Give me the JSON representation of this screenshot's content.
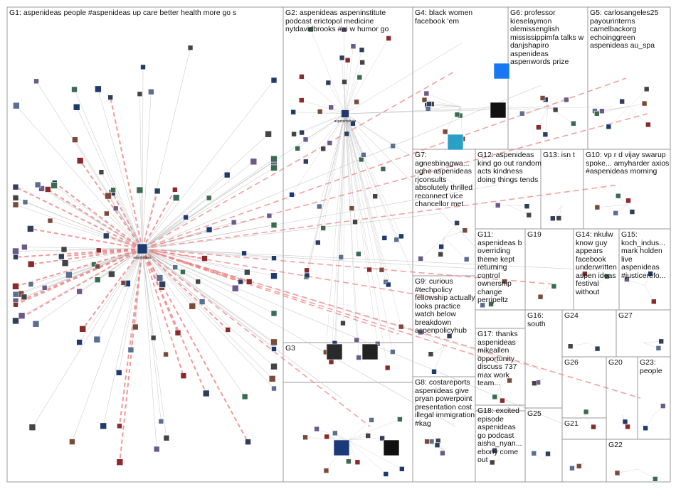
{
  "groups": [
    {
      "id": "G1",
      "label": "G1: aspenideas people #aspenideas up care better health more go s"
    },
    {
      "id": "G2",
      "label": "G2: aspenideas aspeninstitute podcast erictopol medicine nytdavidbrooks #ai w humor go"
    },
    {
      "id": "G4",
      "label": "G4: black women facebook 'em"
    },
    {
      "id": "G6",
      "label": "G6: professor kieselaymon olemissenglish mississippimfa talks w danjshapiro aspenideas aspenwords prize"
    },
    {
      "id": "G5",
      "label": "G5: carlosangeles25 payourinterns camelbackorg echoinggreen aspenideas au_spa"
    },
    {
      "id": "G7",
      "label": "G7: agnesbinagwa... ughe aspenideas rjconsults absolutely thrilled reconnect vice chancellor met"
    },
    {
      "id": "G12",
      "label": "G12: aspenideas kind go out random acts kindness doing things tends"
    },
    {
      "id": "G13",
      "label": "G13: isn t"
    },
    {
      "id": "G10",
      "label": "G10: vp r d vijay swarup spoke... amyharder axios #aspenideas morning"
    },
    {
      "id": "G11",
      "label": "G11: aspenideas b overriding theme kept returning control ownership change perripeltz"
    },
    {
      "id": "G19",
      "label": "G19"
    },
    {
      "id": "G14",
      "label": "G14: nkulw know guy appears facebook underwritten aspen ideas festival without"
    },
    {
      "id": "G15",
      "label": "G15: koch_indus... mark holden live aspenideas #justicerefo..."
    },
    {
      "id": "G9",
      "label": "G9: curious #techpolicy fellowship actually looks practice watch below breakdown aspenpolicyhub"
    },
    {
      "id": "G16",
      "label": "G16: south"
    },
    {
      "id": "G24",
      "label": "G24"
    },
    {
      "id": "G27",
      "label": "G27"
    },
    {
      "id": "G3",
      "label": "G3"
    },
    {
      "id": "G17",
      "label": "G17: thanks aspenideas mikeallen opportunity discuss 737 max work team..."
    },
    {
      "id": "G26",
      "label": "G26"
    },
    {
      "id": "G20",
      "label": "G20"
    },
    {
      "id": "G23",
      "label": "G23: people"
    },
    {
      "id": "G8",
      "label": "G8: costareports aspenideas give pryan powerpoint presentation cost illegal immigration #kag"
    },
    {
      "id": "G18",
      "label": "G18: excited episode aspenideas go podcast aisha_nyan... ebony come out"
    },
    {
      "id": "G25",
      "label": "G25"
    },
    {
      "id": "G21",
      "label": "G21"
    },
    {
      "id": "G22",
      "label": "G22"
    }
  ],
  "hub_labels": {
    "g1_hub": "aspenideas",
    "g2_hub": "aspeninstitute"
  },
  "colors": {
    "box_border": "#9a9a9a",
    "edge_gray": "#b9b9b9",
    "edge_red": "#f08080",
    "node_fill": "#3a4a6a",
    "node_border": "#ffffff",
    "text": "#111111"
  }
}
